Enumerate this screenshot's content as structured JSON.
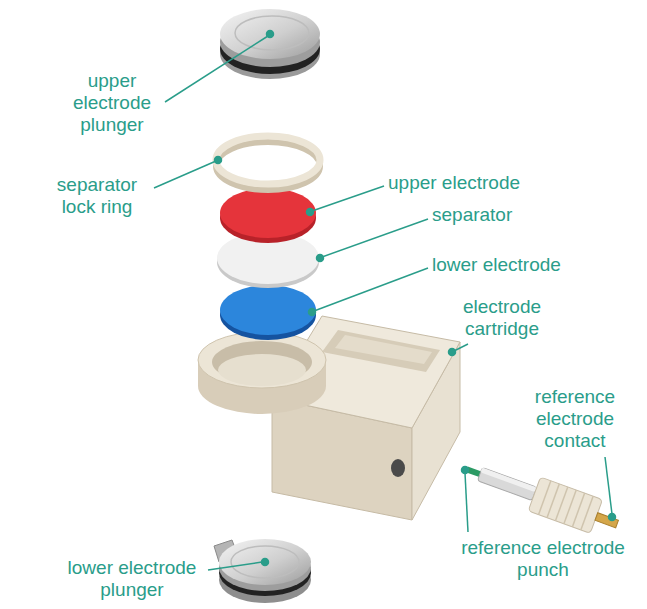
{
  "diagram": {
    "labels": [
      "upper electrode plunger",
      "separator lock ring",
      "upper electrode",
      "separator",
      "lower electrode",
      "electrode cartridge",
      "reference electrode contact",
      "reference electrode punch",
      "lower electrode plunger"
    ]
  }
}
